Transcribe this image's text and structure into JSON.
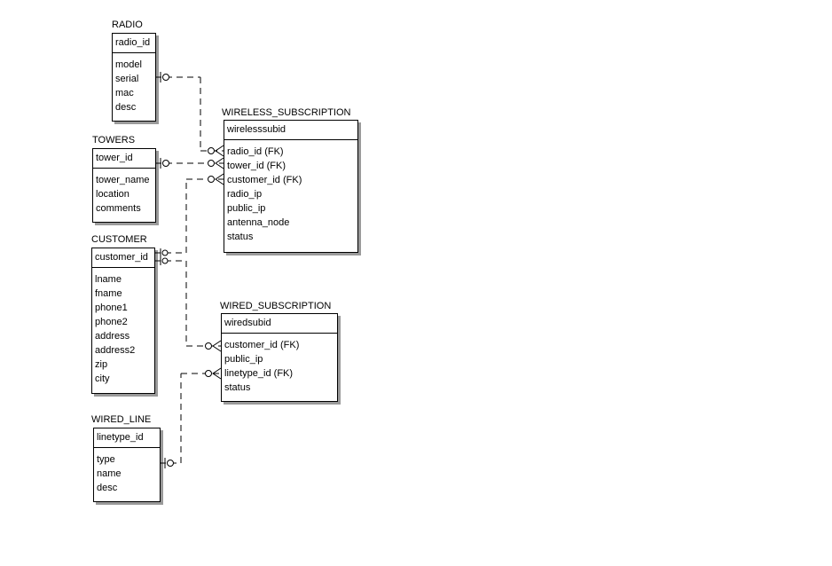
{
  "entities": {
    "radio": {
      "title": "RADIO",
      "pk": "radio_id",
      "attrs": [
        "model",
        "serial",
        "mac",
        "desc"
      ]
    },
    "towers": {
      "title": "TOWERS",
      "pk": "tower_id",
      "attrs": [
        "tower_name",
        "location",
        "comments"
      ]
    },
    "customer": {
      "title": "CUSTOMER",
      "pk": "customer_id",
      "attrs": [
        "lname",
        "fname",
        "phone1",
        "phone2",
        "address",
        "address2",
        "zip",
        "city"
      ]
    },
    "wired_line": {
      "title": "WIRED_LINE",
      "pk": "linetype_id",
      "attrs": [
        "type",
        "name",
        "desc"
      ]
    },
    "wireless_subscription": {
      "title": "WIRELESS_SUBSCRIPTION",
      "pk": "wirelesssubid",
      "attrs": [
        "radio_id (FK)",
        "tower_id (FK)",
        "customer_id (FK)",
        "radio_ip",
        "public_ip",
        "antenna_node",
        "status"
      ]
    },
    "wired_subscription": {
      "title": "WIRED_SUBSCRIPTION",
      "pk": "wiredsubid",
      "attrs": [
        "customer_id (FK)",
        "public_ip",
        "linetype_id (FK)",
        "status"
      ]
    }
  }
}
